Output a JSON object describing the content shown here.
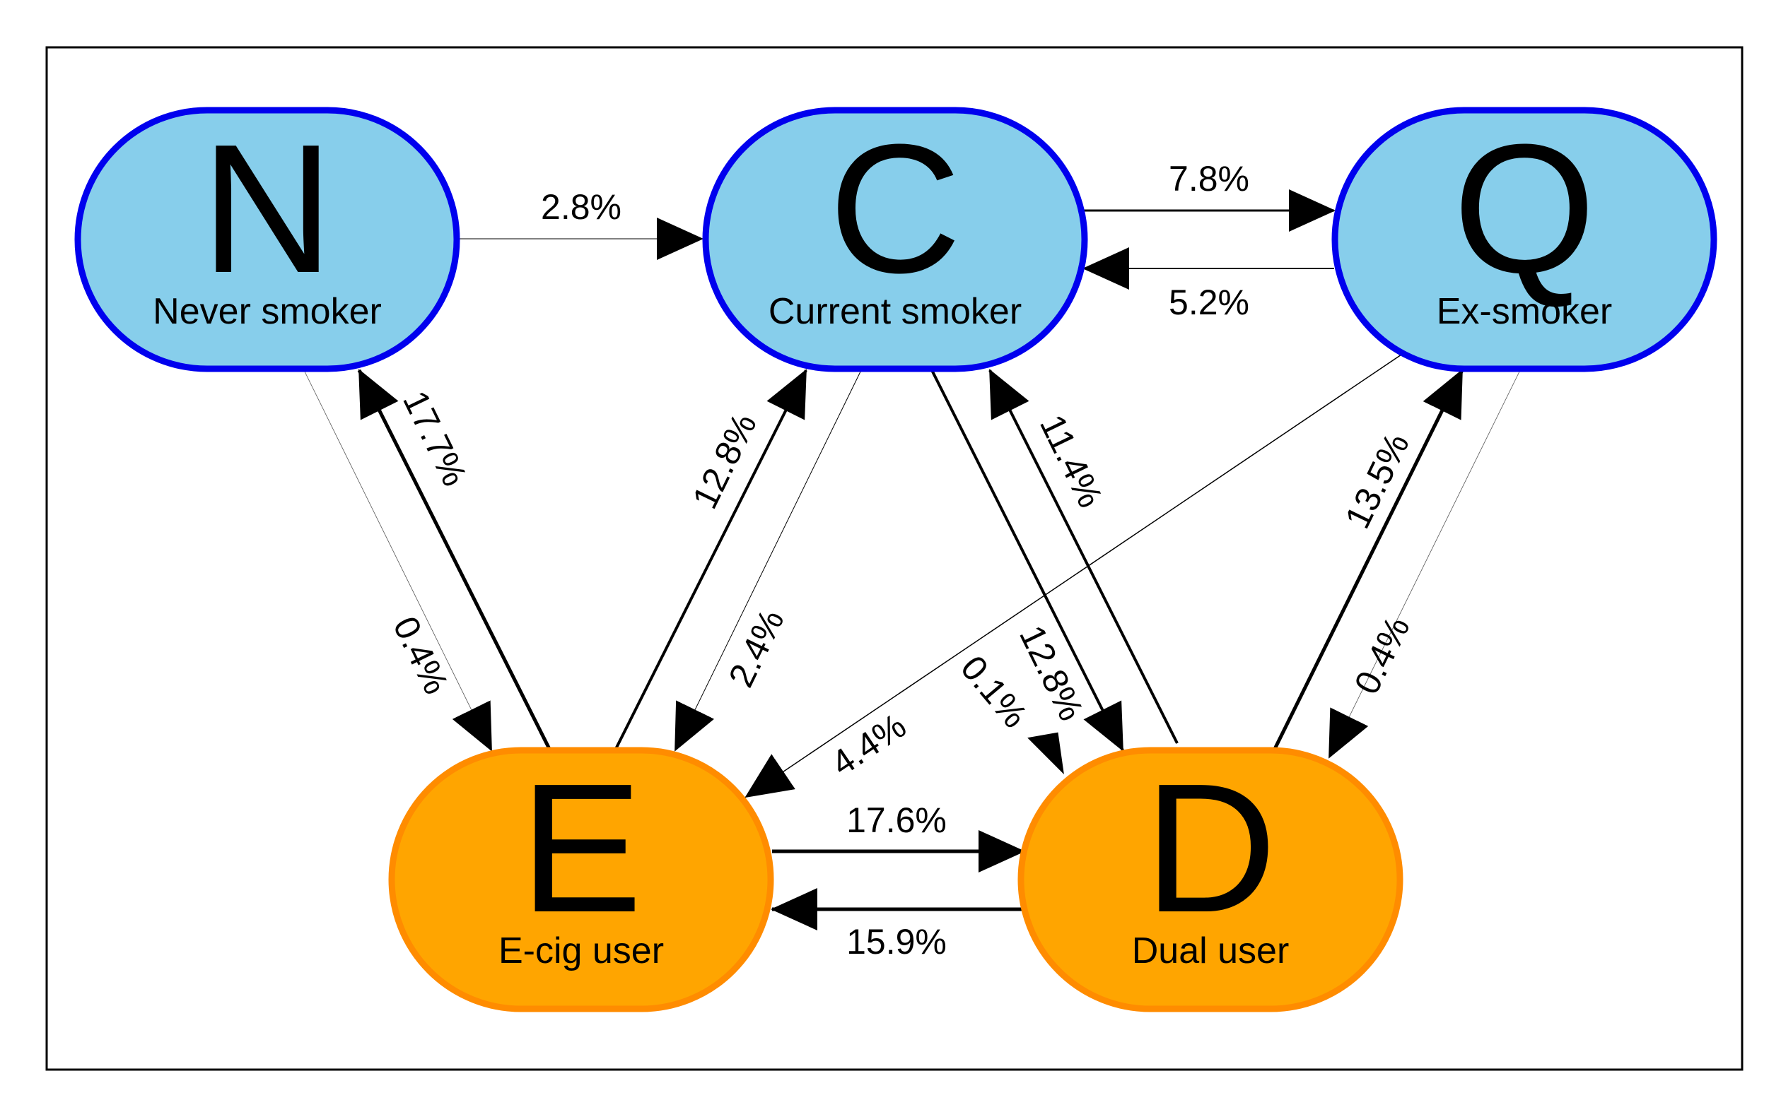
{
  "nodes": {
    "N": {
      "letter": "N",
      "label": "Never smoker",
      "color": "#87CEEB",
      "border": "#0000EE"
    },
    "C": {
      "letter": "C",
      "label": "Current smoker",
      "color": "#87CEEB",
      "border": "#0000EE"
    },
    "Q": {
      "letter": "Q",
      "label": "Ex-smoker",
      "color": "#87CEEB",
      "border": "#0000EE"
    },
    "E": {
      "letter": "E",
      "label": "E-cig user",
      "color": "#FFA500",
      "border": "#FF8C00"
    },
    "D": {
      "letter": "D",
      "label": "Dual user",
      "color": "#FFA500",
      "border": "#FF8C00"
    }
  },
  "edges": [
    {
      "from": "N",
      "to": "C",
      "label": "2.8%"
    },
    {
      "from": "C",
      "to": "Q",
      "label": "7.8%"
    },
    {
      "from": "Q",
      "to": "C",
      "label": "5.2%"
    },
    {
      "from": "N",
      "to": "E",
      "label": "0.4%"
    },
    {
      "from": "E",
      "to": "N",
      "label": "17.7%"
    },
    {
      "from": "E",
      "to": "C",
      "label": "12.8%"
    },
    {
      "from": "C",
      "to": "E",
      "label": "2.4%"
    },
    {
      "from": "C",
      "to": "D",
      "label": "12.8%"
    },
    {
      "from": "D",
      "to": "C",
      "label": "11.4%"
    },
    {
      "from": "Q",
      "to": "E",
      "label": "4.4%"
    },
    {
      "from": "D",
      "to": "Q",
      "label": "13.5%"
    },
    {
      "from": "Q",
      "to": "D",
      "label": "0.4%"
    },
    {
      "from": "E",
      "to": "D",
      "label": "17.6%"
    },
    {
      "from": "D",
      "to": "E",
      "label": "15.9%"
    },
    {
      "from": "N",
      "to": "D",
      "label": "0.1%"
    }
  ]
}
